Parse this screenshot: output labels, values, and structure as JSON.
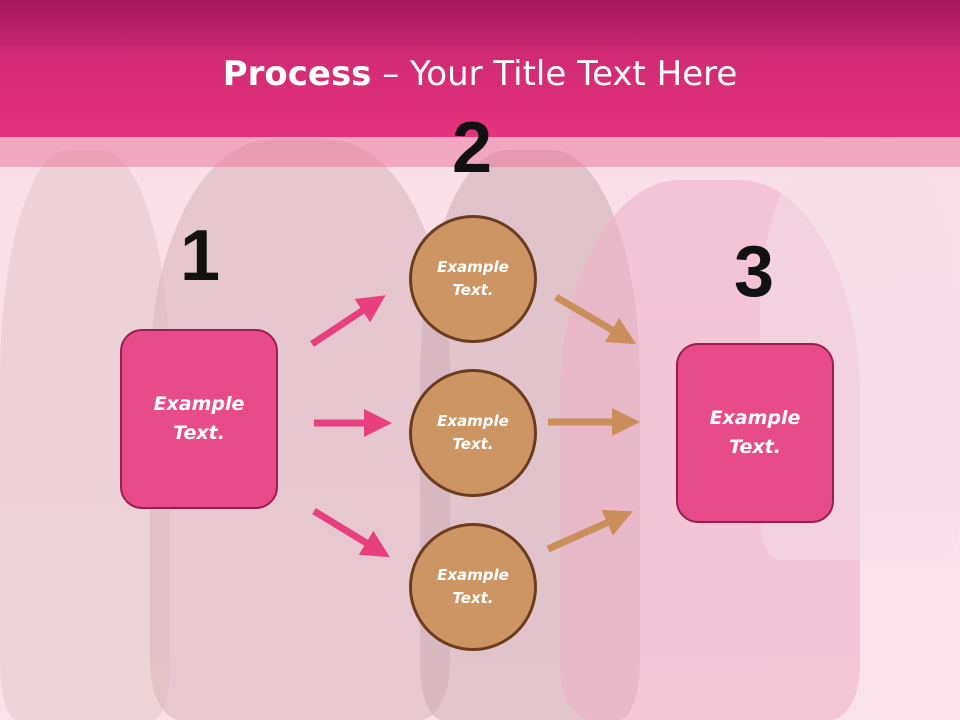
{
  "title": {
    "bold": "Process",
    "rest": " – Your Title Text Here"
  },
  "steps": {
    "one": "1",
    "two": "2",
    "three": "3"
  },
  "left_box": {
    "text": "Example\nText."
  },
  "right_box": {
    "text": "Example\nText."
  },
  "circles": [
    {
      "text": "Example\nText."
    },
    {
      "text": "Example\nText."
    },
    {
      "text": "Example\nText."
    }
  ],
  "colors": {
    "header": "#e6327d",
    "box": "#e84b8a",
    "circle": "#cd9563",
    "arrow_pink": "#e8407f",
    "arrow_tan": "#c98e5a"
  }
}
